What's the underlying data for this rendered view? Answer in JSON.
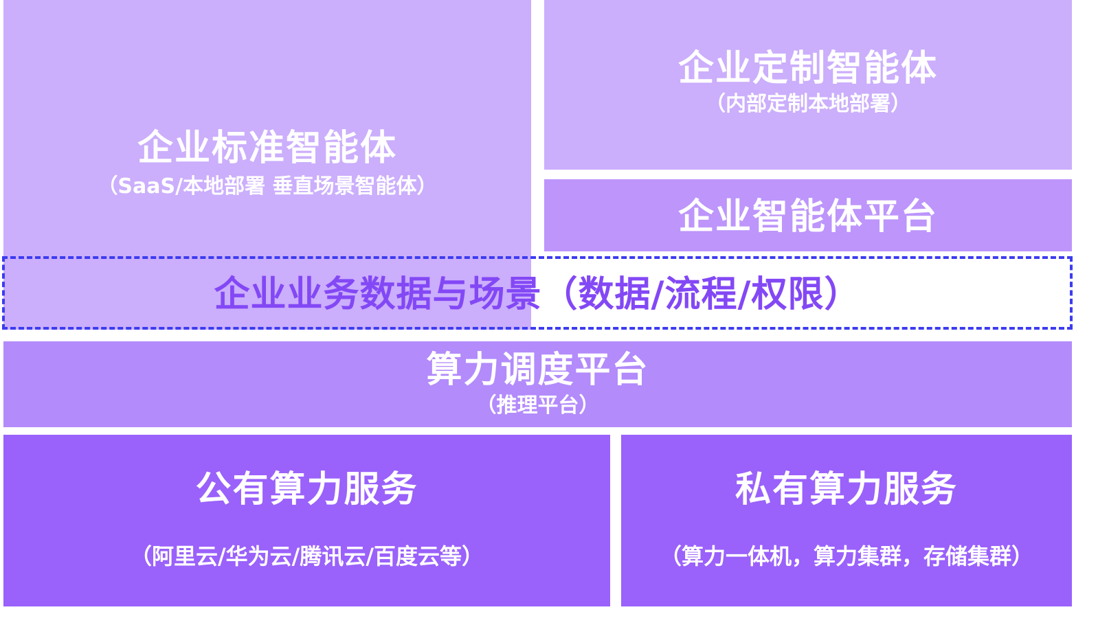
{
  "blocks": {
    "standard_agent": {
      "title": "企业标准智能体",
      "subtitle": "（SaaS/本地部署 垂直场景智能体）"
    },
    "custom_agent": {
      "title": "企业定制智能体",
      "subtitle": "（内部定制本地部署）"
    },
    "agent_platform": {
      "title": "企业智能体平台"
    },
    "business_data": {
      "title": "企业业务数据与场景（数据/流程/权限）"
    },
    "compute_scheduling": {
      "title": "算力调度平台",
      "subtitle": "（推理平台）"
    },
    "public_compute": {
      "title": "公有算力服务",
      "subtitle": "（阿里云/华为云/腾讯云/百度云等）"
    },
    "private_compute": {
      "title": "私有算力服务",
      "subtitle": "（算力一体机，算力集群，存储集群）"
    }
  },
  "colors": {
    "top_block": "#cbaefc",
    "platform_block": "#bd95fb",
    "scheduling_block": "#b38bfb",
    "bottom_block": "#9a61fb",
    "dashed_border": "#3c3cf0",
    "business_text": "#8348f5"
  }
}
